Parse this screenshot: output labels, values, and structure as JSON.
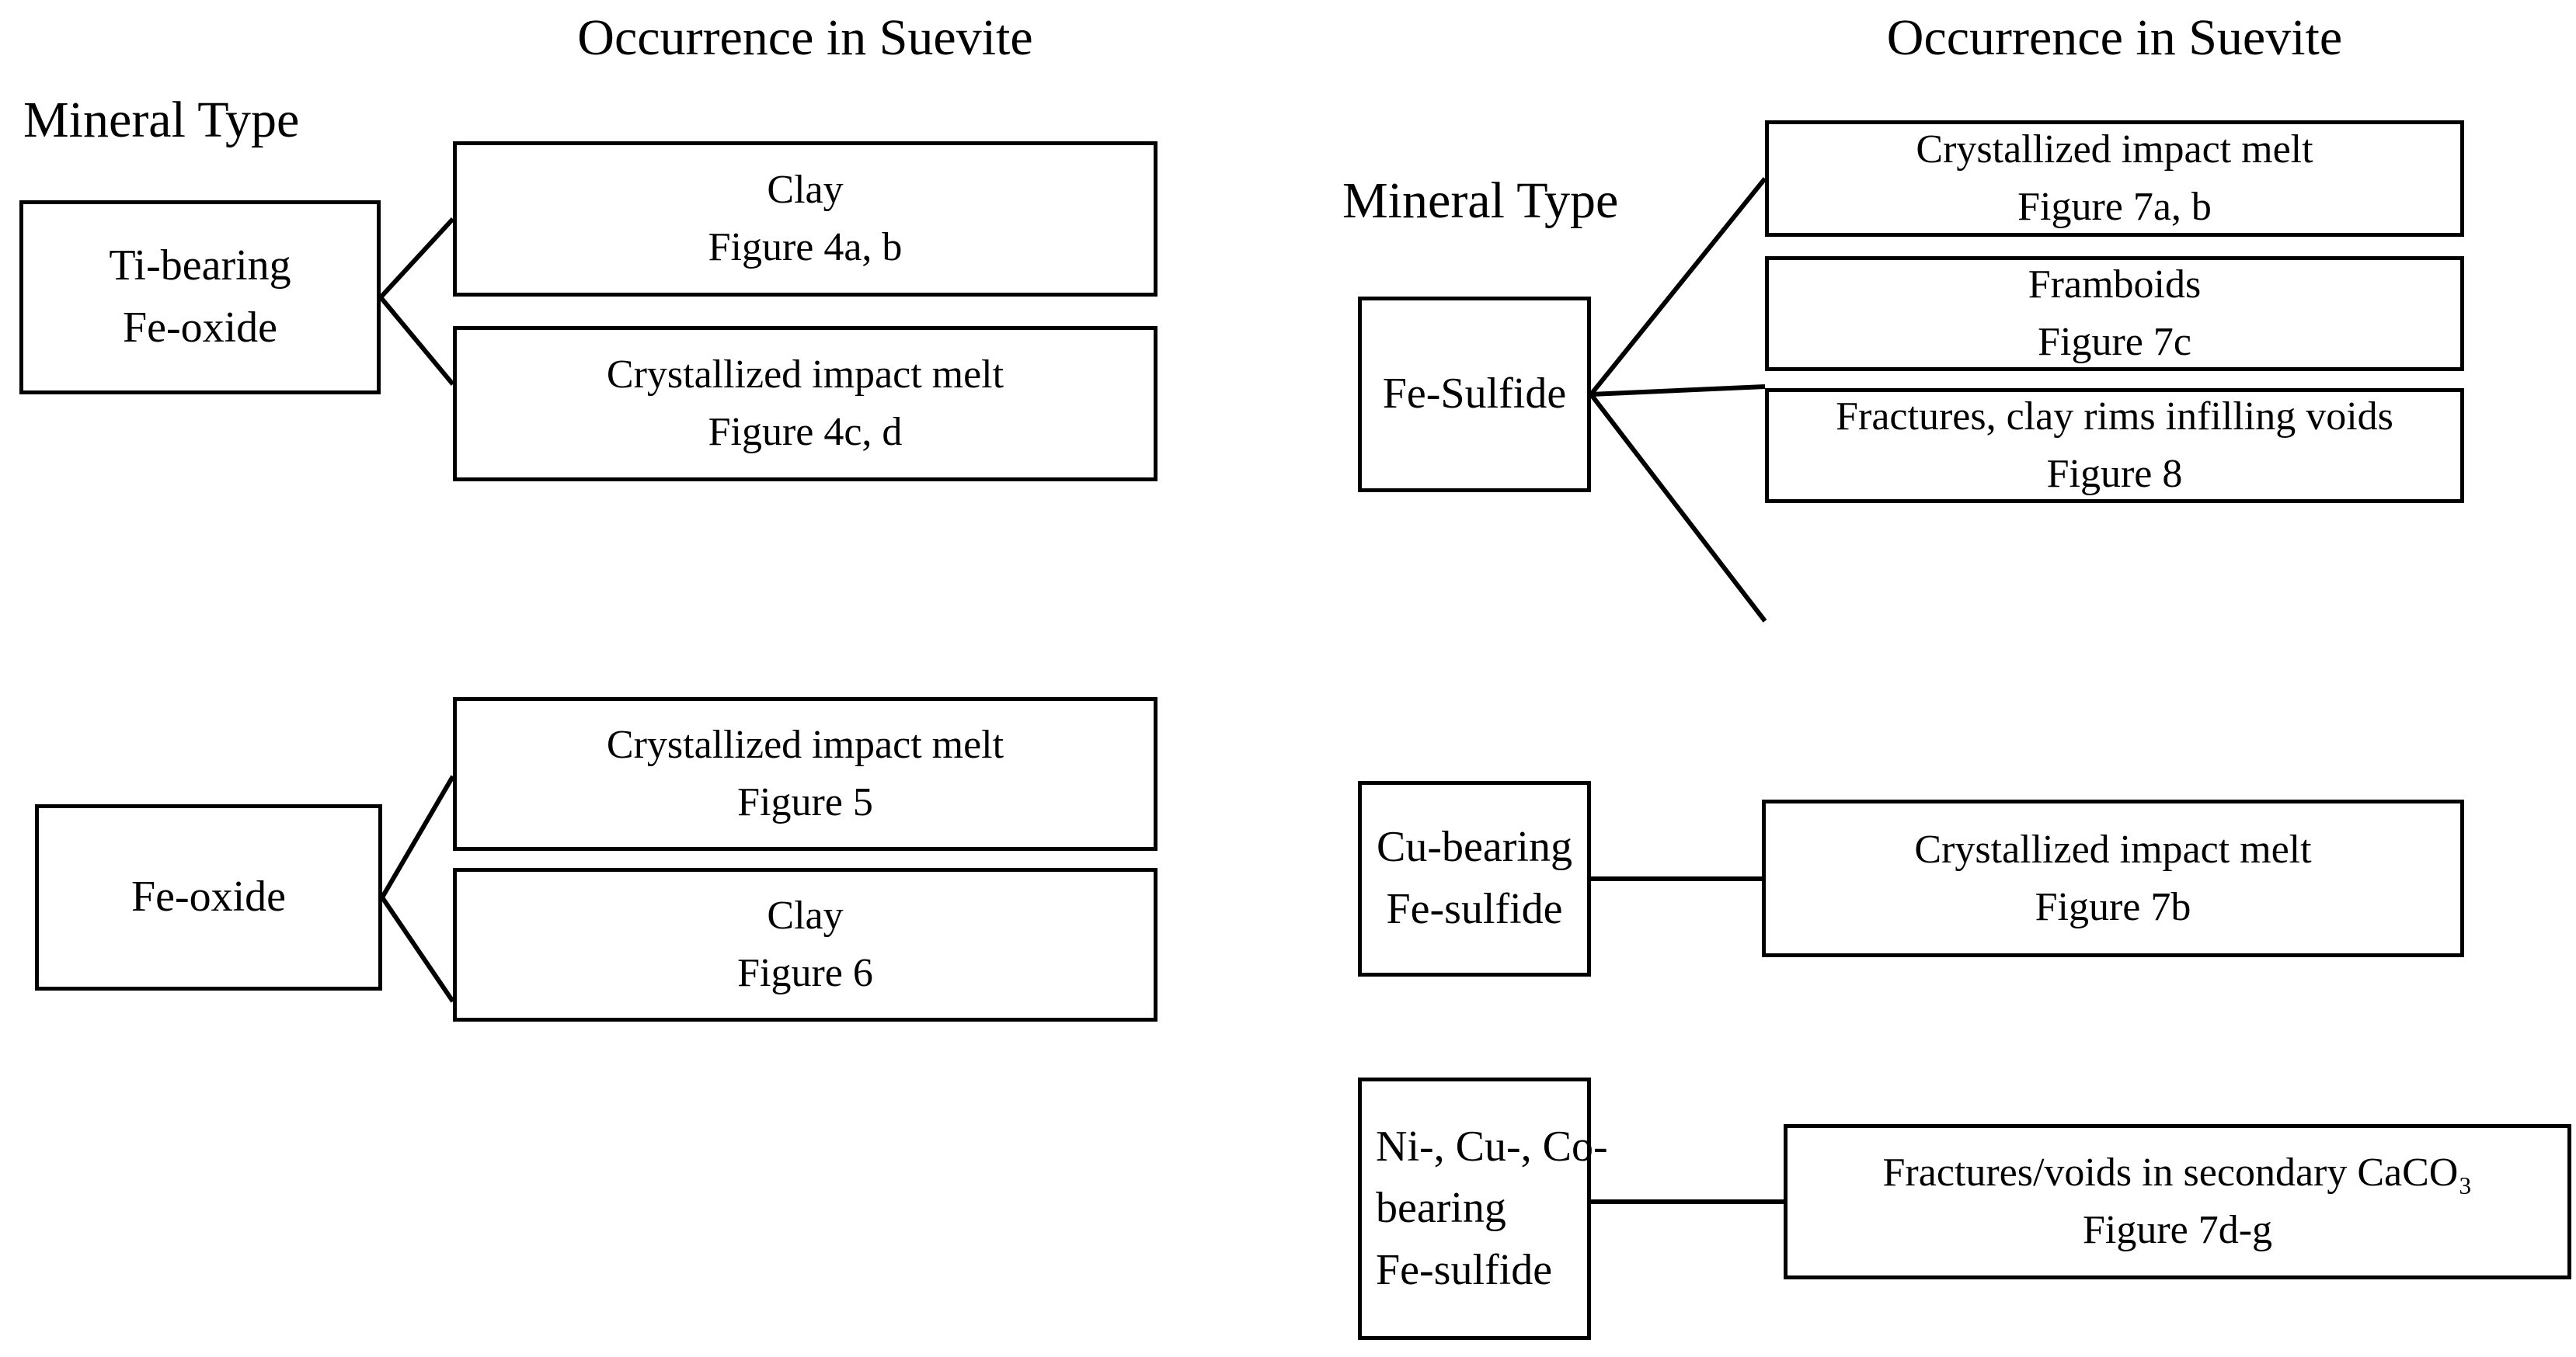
{
  "diagram": {
    "kind": "two-column relationship chart",
    "panels": [
      {
        "id": "left",
        "column_headers": {
          "mineral": "Mineral Type",
          "occurrence": "Occurrence in Suevite"
        },
        "rows": [
          {
            "mineral": {
              "lines": [
                "Ti-bearing",
                "Fe-oxide"
              ]
            },
            "occurrences": [
              {
                "lines": [
                  "Clay",
                  "Figure 4a, b"
                ]
              },
              {
                "lines": [
                  "Crystallized impact melt",
                  "Figure 4c, d"
                ]
              }
            ]
          },
          {
            "mineral": {
              "lines": [
                "Fe-oxide"
              ]
            },
            "occurrences": [
              {
                "lines": [
                  "Crystallized impact melt",
                  "Figure 5"
                ]
              },
              {
                "lines": [
                  "Clay",
                  "Figure 6"
                ]
              }
            ]
          }
        ]
      },
      {
        "id": "right",
        "column_headers": {
          "mineral": "Mineral Type",
          "occurrence": "Occurrence in Suevite"
        },
        "rows": [
          {
            "mineral": {
              "lines": [
                "Fe-Sulfide"
              ]
            },
            "occurrences": [
              {
                "lines": [
                  "Crystallized impact melt",
                  "Figure 7a, b"
                ]
              },
              {
                "lines": [
                  "Framboids",
                  "Figure 7c"
                ]
              },
              {
                "lines": [
                  "Fractures, clay rims infilling voids",
                  "Figure 8"
                ]
              }
            ]
          },
          {
            "mineral": {
              "lines": [
                "Cu-bearing",
                "Fe-sulfide"
              ]
            },
            "occurrences": [
              {
                "lines": [
                  "Crystallized impact melt",
                  "Figure 7b"
                ]
              }
            ]
          },
          {
            "mineral": {
              "lines": [
                "Ni-, Cu-, Co-",
                "bearing",
                "Fe-sulfide"
              ]
            },
            "occurrences": [
              {
                "lines": [
                  "Fractures/voids in secondary CaCO₃",
                  "Figure 7d-g"
                ]
              }
            ]
          }
        ]
      }
    ],
    "colors": {
      "ink": "#000000",
      "background": "#ffffff"
    }
  }
}
